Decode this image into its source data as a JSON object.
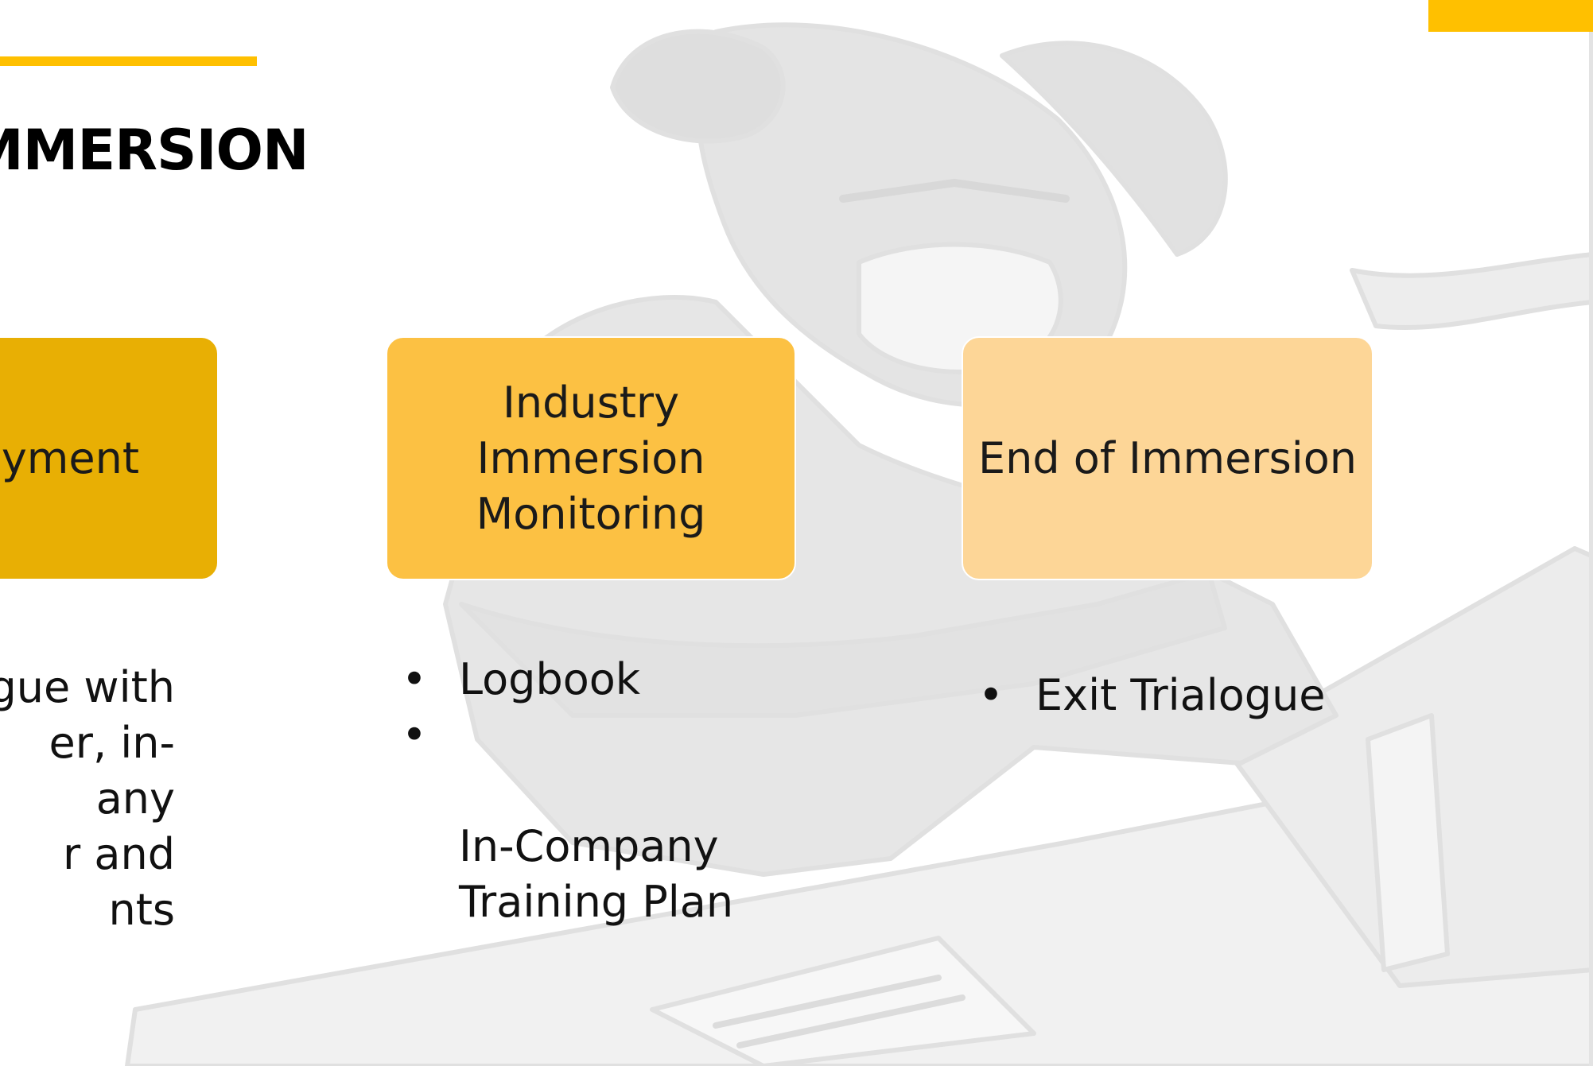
{
  "slide": {
    "title": "MMERSION",
    "stages": [
      {
        "label": "oyment",
        "color": "#e8af04",
        "details": [
          "gue with\ner, in-\nany\nr and\nnts"
        ]
      },
      {
        "label": "Industry\nImmersion\nMonitoring",
        "color": "#fcc143",
        "details": [
          "Logbook",
          "In-Company\nTraining Plan"
        ]
      },
      {
        "label": "End of Immersion",
        "color": "#fdd697",
        "details": [
          "Exit Trialogue"
        ]
      }
    ],
    "bullet_glyph": "•",
    "accent_color": "#ffc000"
  }
}
